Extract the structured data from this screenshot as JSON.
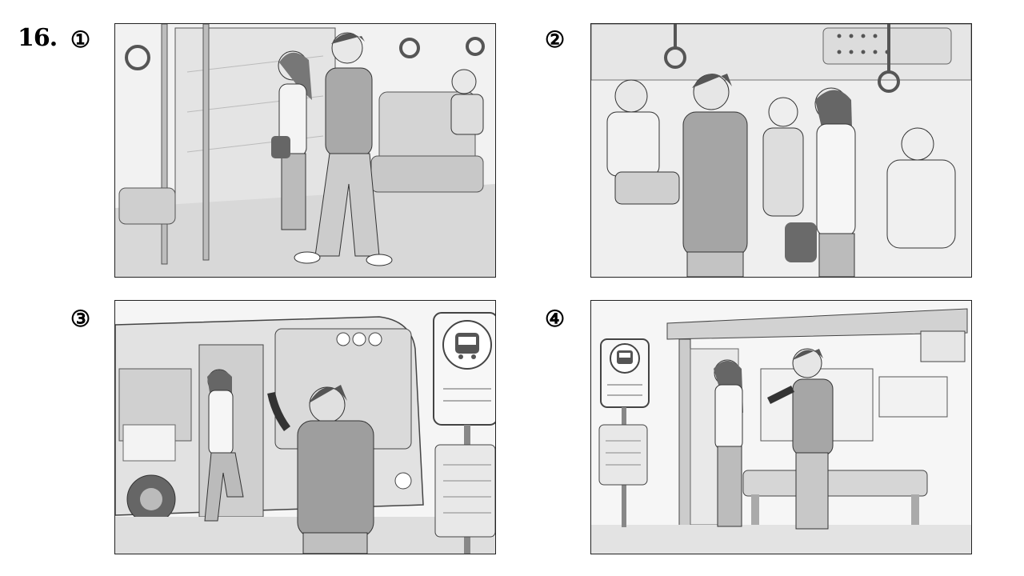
{
  "question": {
    "number": "16."
  },
  "options": [
    {
      "marker": "①",
      "scene": "inside-bus-exiting"
    },
    {
      "marker": "②",
      "scene": "inside-bus-standing"
    },
    {
      "marker": "③",
      "scene": "boarding-bus-waving"
    },
    {
      "marker": "④",
      "scene": "bus-shelter-waving"
    }
  ],
  "icons": {
    "bus_stop": "bus-icon"
  }
}
